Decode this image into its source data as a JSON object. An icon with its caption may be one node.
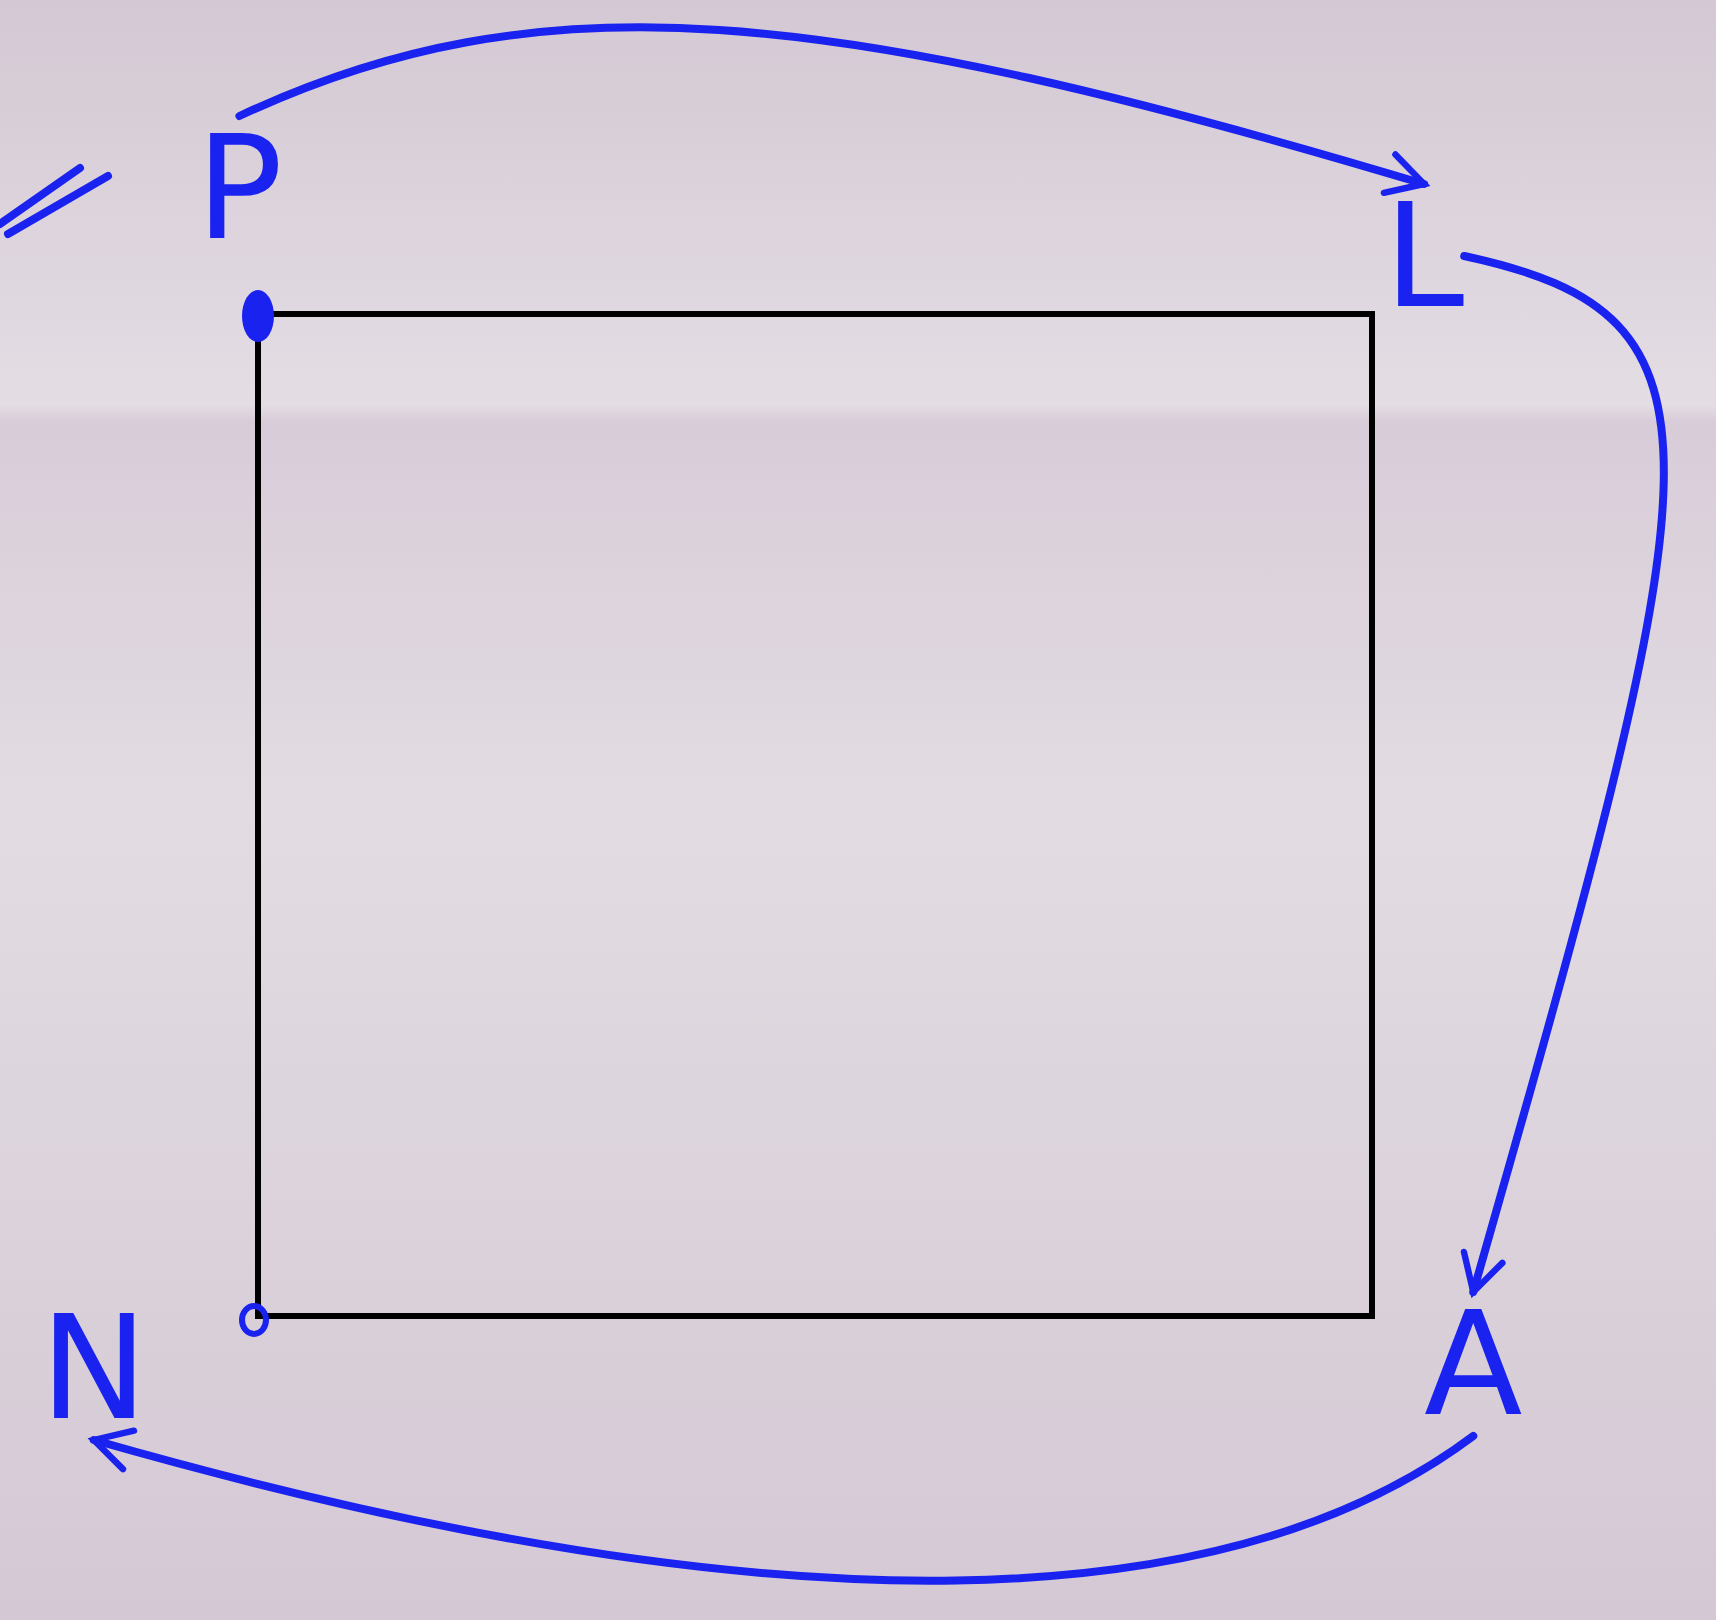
{
  "diagram": {
    "nodes": [
      {
        "text": [
          "P"
        ]
      },
      {
        "text": [
          "L"
        ]
      },
      {
        "text": [
          "A"
        ]
      },
      {
        "text": [
          "N"
        ]
      }
    ],
    "edges": [
      {
        "from": 0,
        "to": 1,
        "arrow": "to"
      },
      {
        "from": 1,
        "to": 2,
        "arrow": "to"
      },
      {
        "from": 2,
        "to": 3,
        "arrow": "to"
      }
    ]
  }
}
